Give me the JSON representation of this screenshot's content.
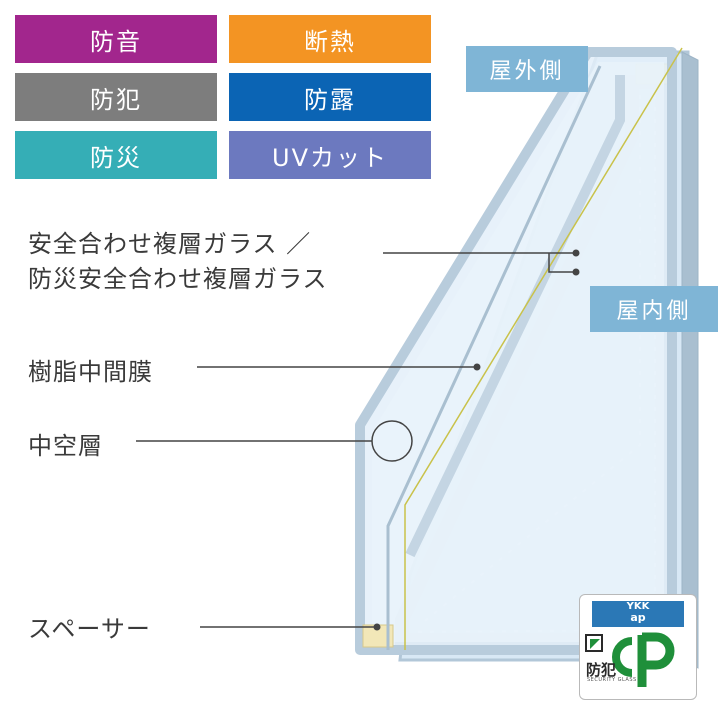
{
  "tags": [
    {
      "label": "防音",
      "color": "#a2268d"
    },
    {
      "label": "断熱",
      "color": "#f39423"
    },
    {
      "label": "防犯",
      "color": "#7d7d7d"
    },
    {
      "label": "防露",
      "color": "#0b64b4"
    },
    {
      "label": "防災",
      "color": "#35aeb6"
    },
    {
      "label": "UVカット",
      "color": "#6c79bf"
    }
  ],
  "sides": {
    "outdoor": "屋外側",
    "indoor": "屋内側"
  },
  "labels": {
    "laminated_line1": "安全合わせ複層ガラス ／",
    "laminated_line2": "防災安全合わせ複層ガラス",
    "interlayer": "樹脂中間膜",
    "air_layer": "中空層",
    "spacer": "スペーサー"
  },
  "logo": {
    "brand_line1": "YKK",
    "brand_line2": "ap",
    "kanji": "防犯",
    "small_text": "SECURITY GLASS"
  },
  "colors": {
    "glass_edge": "#b8ccdc",
    "glass_face": "#dcebf7",
    "interlayer": "#c9c24a",
    "leader": "#444444",
    "logo_green": "#1f8f3a"
  }
}
